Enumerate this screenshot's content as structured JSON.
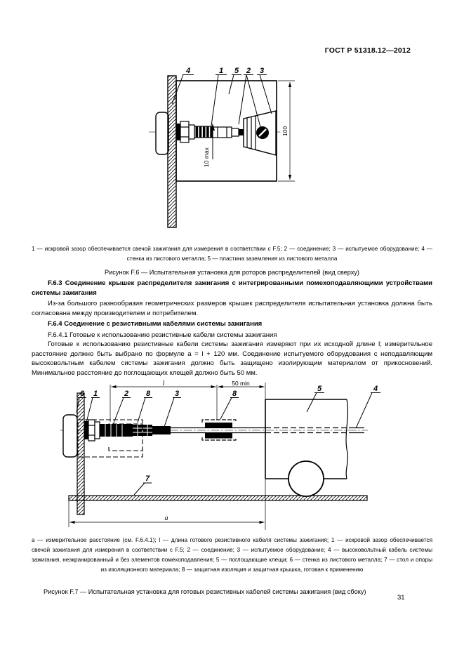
{
  "page": {
    "header": "ГОСТ Р 51318.12—2012",
    "number": "31"
  },
  "fig6": {
    "labels": {
      "gap": "1",
      "conn": "2",
      "eut": "3",
      "wall": "4",
      "plate": "5"
    },
    "dims": {
      "height": "100",
      "gap": "10 max"
    },
    "legend": "1 — искровой зазор обеспечивается свечой зажигания для измерения в соответствии с F.5; 2 — соединение; 3 — испытуемое оборудование; 4 — стенка из листового металла; 5 — пластина заземления из листового металла",
    "title": "Рисунок F.6 — Испытательная установка для роторов распределителей (вид сверху)"
  },
  "text": {
    "f63_heading": "F.6.3 Соединение крышек распределителя зажигания с интегрированными помехоподавляющими устройствами системы зажигания",
    "f63_body": "Из-за большого разнообразия геометрических размеров крышек распределителя испытательная установка должна быть согласована между производителем и потребителем.",
    "f64_heading": "F.6.4 Соединение с резистивными кабелями системы зажигания",
    "f641_heading": "F.6.4.1 Готовые к использованию резистивные кабели системы зажигания",
    "f641_body": "Готовые к использованию резистивные кабели системы зажигания измеряют при их исходной длине l; измерительное расстояние должно быть выбрано по формуле a = l + 120 мм. Соединение испытуемого оборудования с неподавляющим высоковольтным кабелем системы зажигания должно быть защищено изолирующим материалом от прикосновений. Минимальное расстояние до поглощающих клещей должно быть 50 мм."
  },
  "fig7": {
    "labels": {
      "gap": "1",
      "conn": "2",
      "cable": "3",
      "hv_cable": "4",
      "clamp": "5",
      "wall": "6",
      "table": "7",
      "cap": "8",
      "cap2": "8"
    },
    "dims": {
      "l": "l",
      "min50": "50 min",
      "a": "a"
    },
    "legend": "a — измерительное расстояние (см. F.6.4.1); l — длина готового резистивного кабеля системы зажигания; 1 — искровой зазор обеспечивается свечой зажигания для измерения в соответствии с F.5; 2 — соединение; 3 — испытуемое оборудование; 4 — высоковольтный кабель системы зажигания, неэкранированный и без элементов помехоподавления; 5 — поглощающие клещи; 6 — стенка из листового металла; 7 — стол и опоры из изоляционного материала; 8 — защитная изоляция и защитная крышка, готовая к применению",
    "title": "Рисунок F.7 — Испытательная установка для готовых резистивных кабелей системы зажигания (вид сбоку)"
  }
}
